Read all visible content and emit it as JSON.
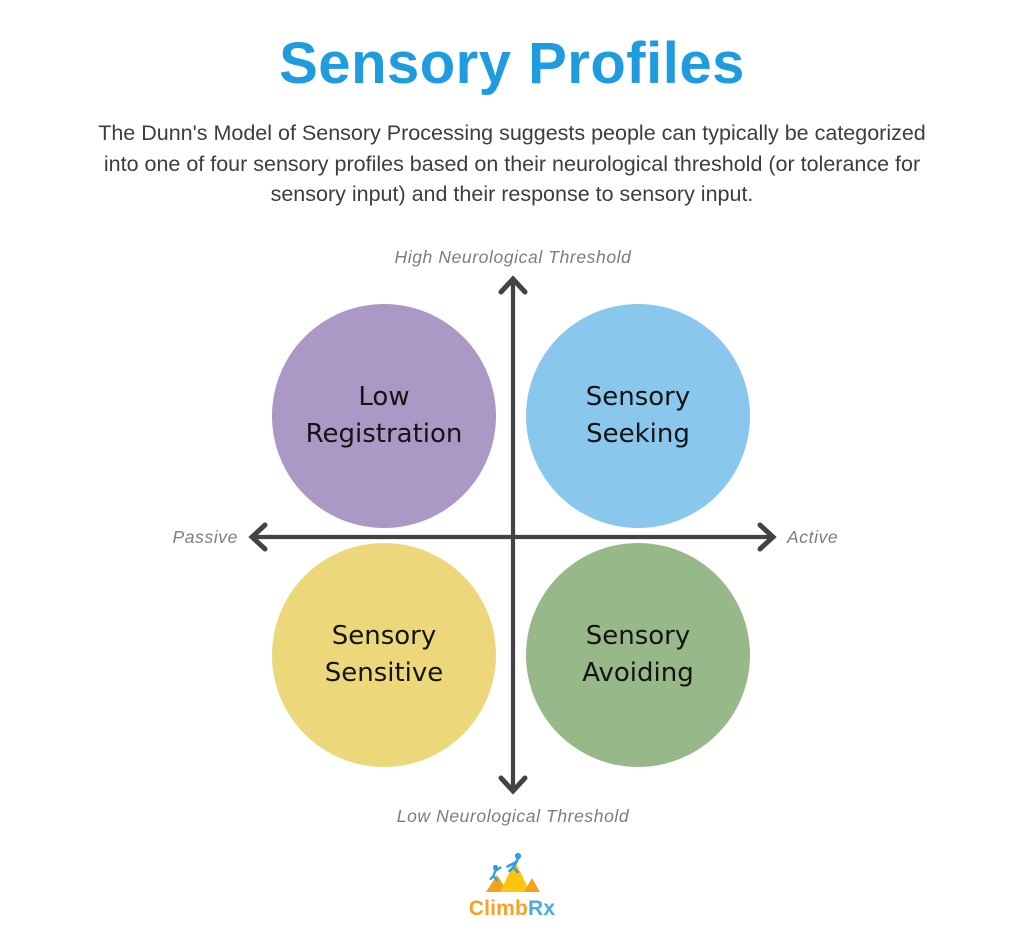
{
  "page": {
    "title": "Sensory Profiles",
    "title_color": "#1f9bdf",
    "subtitle": "The Dunn's Model of Sensory Processing suggests people can typically be categorized into one of four sensory profiles based on their neurological threshold (or tolerance for sensory input) and their response to sensory input."
  },
  "diagram": {
    "type": "quadrant",
    "axis_color": "#434343",
    "axis_labels": {
      "top": "High Neurological Threshold",
      "bottom": "Low Neurological Threshold",
      "left": "Passive",
      "right": "Active"
    },
    "quadrants": [
      {
        "position": "top-left",
        "label": "Low Registration",
        "color": "#ab98c5"
      },
      {
        "position": "top-right",
        "label": "Sensory Seeking",
        "color": "#89c8ec"
      },
      {
        "position": "bottom-left",
        "label": "Sensory Sensitive",
        "color": "#ecd87b"
      },
      {
        "position": "bottom-right",
        "label": "Sensory Avoiding",
        "color": "#97b98a"
      }
    ]
  },
  "branding": {
    "logo_text_primary": "Climb",
    "logo_text_secondary": "Rx",
    "logo_primary_color": "#f9a21d",
    "logo_secondary_color": "#4aabe3"
  }
}
